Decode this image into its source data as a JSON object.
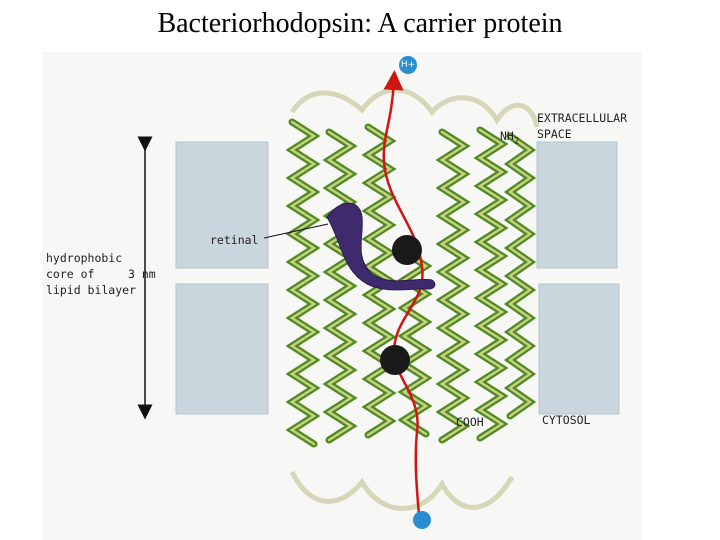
{
  "title": "Bacteriorhodopsin: A carrier protein",
  "labels": {
    "proton": "H+",
    "nh2": "NH",
    "nh2_sub": "2",
    "extracellular_1": "EXTRACELLULAR",
    "extracellular_2": "SPACE",
    "retinal": "retinal",
    "hydrophobic_1": "hydrophobic",
    "hydrophobic_2": "core of",
    "hydrophobic_3": "lipid bilayer",
    "thickness": "3 nm",
    "cooh": "COOH",
    "cytosol": "CYTOSOL"
  },
  "colors": {
    "membrane": "#c9d6de",
    "helix_dark": "#4e8a1e",
    "helix_light": "#c8cf86",
    "retinal": "#3f2a6e",
    "proton_path": "#d11414",
    "proton_dot": "#2a8fd0"
  }
}
